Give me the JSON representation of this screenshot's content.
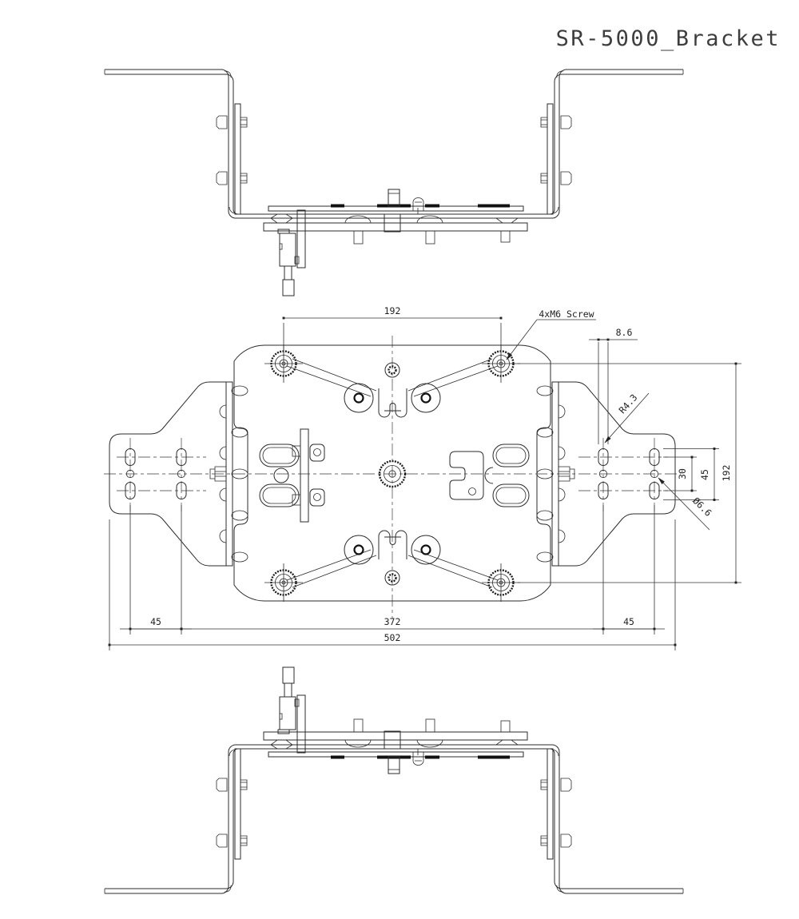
{
  "sheet": {
    "title": "SR-5000_Bracket"
  },
  "plan_view": {
    "callouts": {
      "corner_screws": "4xM6 Screw"
    },
    "dims": {
      "screw_pitch_h": "192",
      "screw_pitch_v": "192",
      "slot_width": "8.6",
      "slot_radius": "R4.3",
      "slot_row_pitch": "30",
      "slot_row_span": "45",
      "center_hole_dia": "Ø6.6",
      "ear_col_pitch_left": "45",
      "inner_col_span": "372",
      "ear_col_pitch_right": "45",
      "overall_width": "502"
    }
  }
}
